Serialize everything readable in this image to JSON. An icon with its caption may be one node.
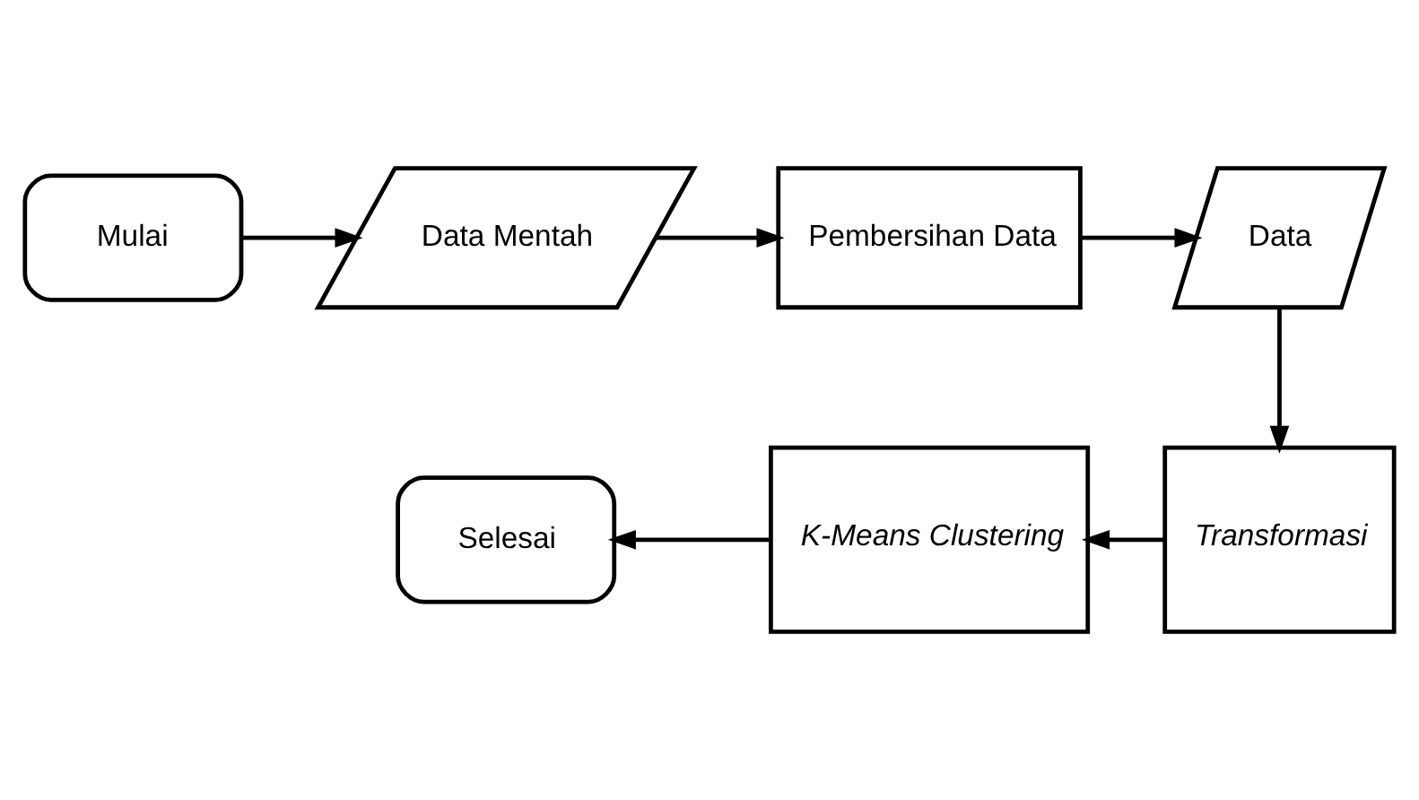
{
  "diagram": {
    "nodes": [
      {
        "text": [
          "Mulai"
        ]
      },
      {
        "text": [
          "Data Mentah"
        ]
      },
      {
        "text": [
          "Pembersihan Data"
        ]
      },
      {
        "text": [
          "Data"
        ]
      },
      {
        "text": [
          "Transformasi"
        ]
      },
      {
        "text": [
          "K-Means Clustering"
        ]
      },
      {
        "text": [
          "Selesai"
        ]
      }
    ],
    "edges": [
      {
        "from": 0,
        "to": 1,
        "arrow": "to"
      },
      {
        "from": 1,
        "to": 2,
        "arrow": "to"
      },
      {
        "from": 2,
        "to": 3,
        "arrow": "to"
      },
      {
        "from": 3,
        "to": 4,
        "arrow": "to"
      },
      {
        "from": 4,
        "to": 5,
        "arrow": "to"
      },
      {
        "from": 5,
        "to": 6,
        "arrow": "to"
      }
    ]
  }
}
